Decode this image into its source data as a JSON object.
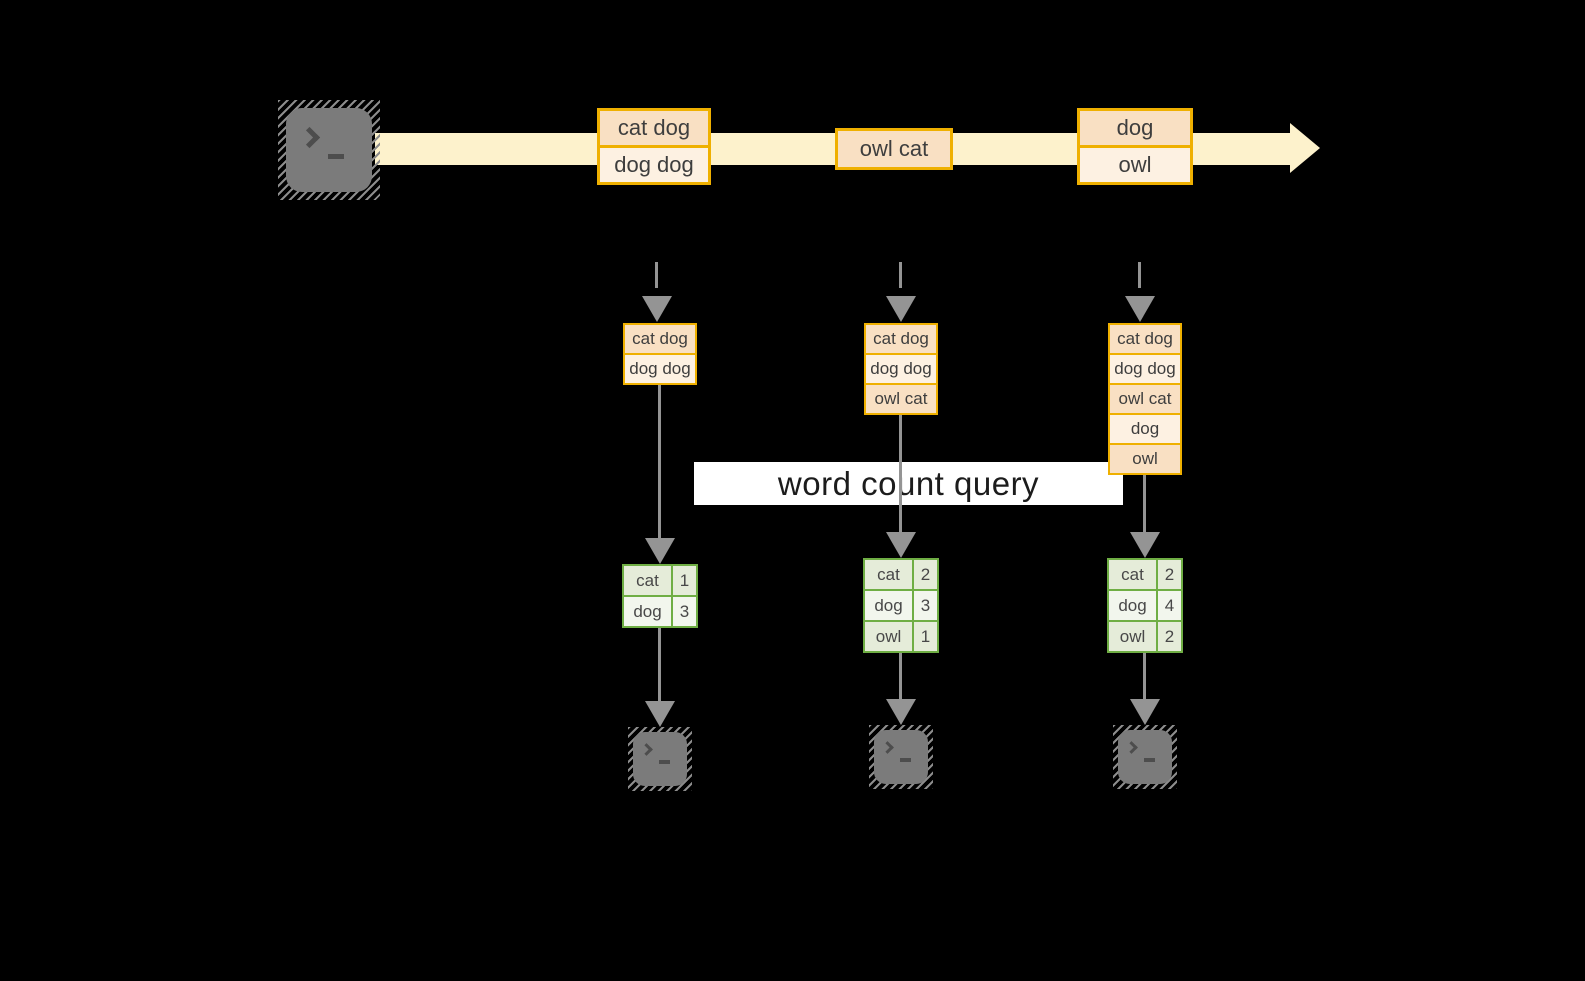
{
  "query_label": "word count query",
  "stream": {
    "batches": [
      {
        "rows": [
          "cat dog",
          "dog dog"
        ]
      },
      {
        "rows": [
          "owl cat"
        ]
      },
      {
        "rows": [
          "dog",
          "owl"
        ]
      }
    ]
  },
  "micro_batches": [
    {
      "rows": [
        "cat dog",
        "dog dog"
      ]
    },
    {
      "rows": [
        "cat dog",
        "dog dog",
        "owl cat"
      ]
    },
    {
      "rows": [
        "cat dog",
        "dog dog",
        "owl cat",
        "dog",
        "owl"
      ]
    }
  ],
  "count_tables": [
    {
      "rows": [
        {
          "word": "cat",
          "count": "1"
        },
        {
          "word": "dog",
          "count": "3"
        }
      ]
    },
    {
      "rows": [
        {
          "word": "cat",
          "count": "2"
        },
        {
          "word": "dog",
          "count": "3"
        },
        {
          "word": "owl",
          "count": "1"
        }
      ]
    },
    {
      "rows": [
        {
          "word": "cat",
          "count": "2"
        },
        {
          "word": "dog",
          "count": "4"
        },
        {
          "word": "owl",
          "count": "2"
        }
      ]
    }
  ],
  "icons": {
    "source": "terminal-prompt-icon",
    "sinks": [
      "terminal-prompt-icon",
      "terminal-prompt-icon",
      "terminal-prompt-icon"
    ]
  },
  "colors": {
    "background": "#000000",
    "stream_band": "#fdf2cc",
    "batch_border": "#efb000",
    "batch_fill_dark": "#f9e0c3",
    "batch_fill_light": "#fdf1e2",
    "table_border": "#6fae44",
    "table_fill_dark": "#e5ecd9",
    "table_fill_light": "#f2f6ed",
    "arrow_gray": "#949494",
    "terminal_gray": "#7b7b7b",
    "query_background": "#ffffff",
    "text": "#3e3e3e"
  }
}
